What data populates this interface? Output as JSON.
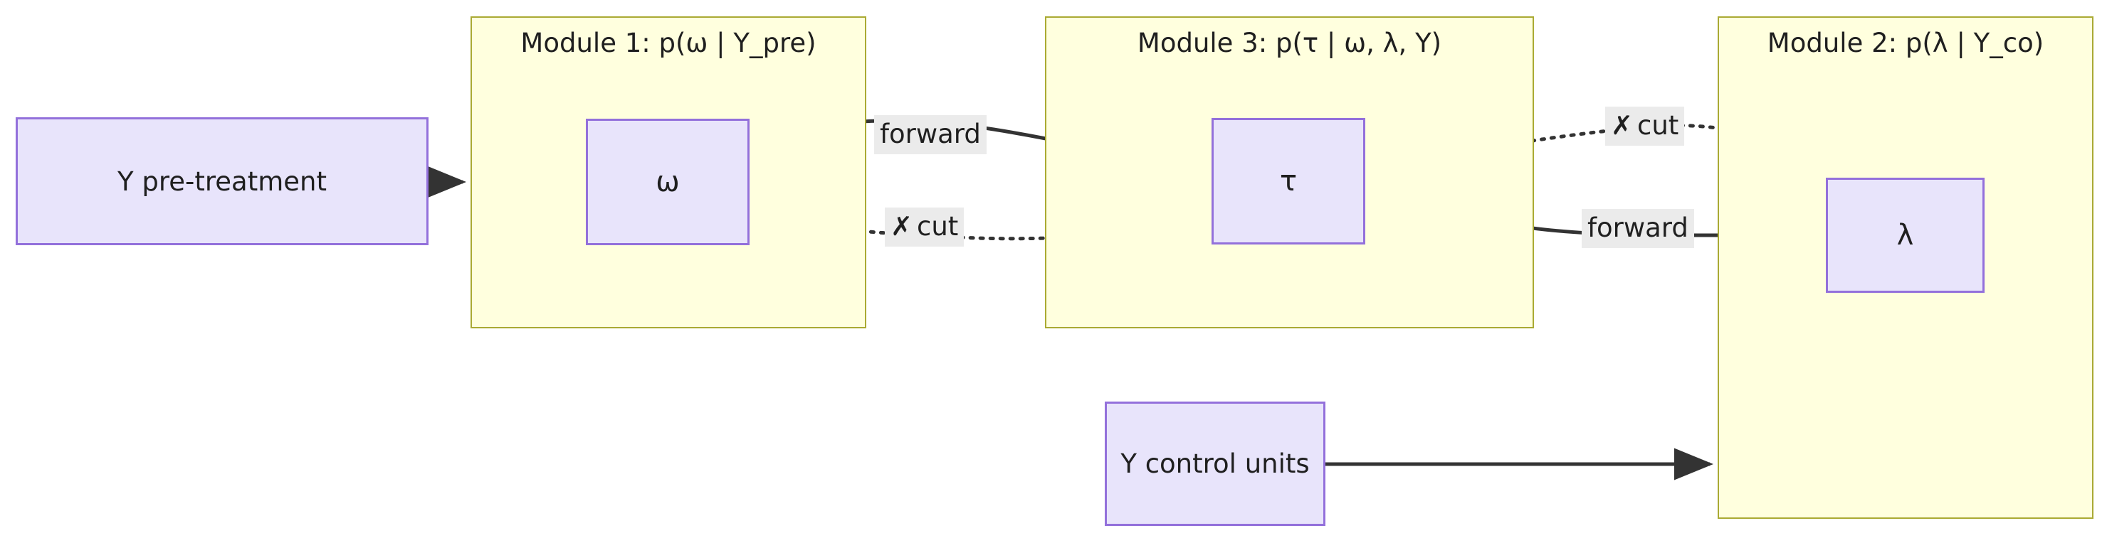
{
  "diagram": {
    "title_visible": false,
    "colors": {
      "module_fill": "#ffffde",
      "module_border": "#aaaa33",
      "node_fill": "#e8e4fb",
      "node_border": "#9370db",
      "edge_stroke": "#333333",
      "label_bg": "#ebebeb",
      "canvas_bg": "#ffffff"
    },
    "modules": [
      {
        "id": "module1",
        "label": "Module 1: p(ω | Y_pre)"
      },
      {
        "id": "module3",
        "label": "Module 3: p(τ | ω, λ, Y)"
      },
      {
        "id": "module2",
        "label": "Module 2: p(λ | Y_co)"
      }
    ],
    "nodes": [
      {
        "id": "y_pre",
        "label": "Y pre-treatment"
      },
      {
        "id": "omega",
        "label": "ω"
      },
      {
        "id": "tau",
        "label": "τ"
      },
      {
        "id": "lambda",
        "label": "λ"
      },
      {
        "id": "y_control",
        "label": "Y control units"
      }
    ],
    "edges": [
      {
        "id": "e_ypre_mod1",
        "from": "y_pre",
        "to": "module1",
        "label": "",
        "style": "solid",
        "arrow": true
      },
      {
        "id": "e_omega_tau",
        "from": "omega",
        "to": "tau",
        "label": "forward",
        "style": "solid",
        "arrow": true
      },
      {
        "id": "e_tau_omega",
        "from": "tau",
        "to": "omega",
        "label": "cut",
        "cut_mark": "✗",
        "style": "dotted",
        "arrow": true
      },
      {
        "id": "e_tau_lambda",
        "from": "tau",
        "to": "lambda",
        "label": "cut",
        "cut_mark": "✗",
        "style": "dotted",
        "arrow": true
      },
      {
        "id": "e_lambda_tau",
        "from": "lambda",
        "to": "tau",
        "label": "forward",
        "style": "solid",
        "arrow": true
      },
      {
        "id": "e_yco_mod2",
        "from": "y_control",
        "to": "module2",
        "label": "",
        "style": "solid",
        "arrow": true
      }
    ],
    "edge_labels": {
      "omega_tau": "forward",
      "tau_omega_mark": "✗",
      "tau_omega": "cut",
      "tau_lambda_mark": "✗",
      "tau_lambda": "cut",
      "lambda_tau": "forward"
    }
  }
}
